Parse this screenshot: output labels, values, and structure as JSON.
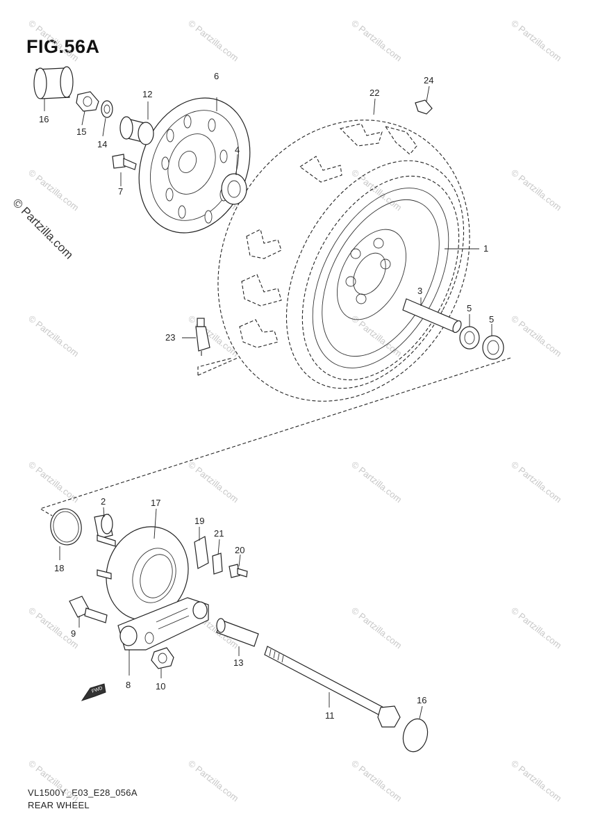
{
  "figure_title": "FIG.56A",
  "footer": {
    "model_code": "VL1500Y_E03_E28_056A",
    "section_name": "REAR WHEEL"
  },
  "side_watermark": "© Partzilla.com",
  "tile_watermark": "© Partzilla.com",
  "fwd_marker": "FWD",
  "callouts": [
    "1",
    "2",
    "3",
    "4",
    "5",
    "5",
    "6",
    "7",
    "8",
    "9",
    "10",
    "11",
    "12",
    "13",
    "14",
    "15",
    "16",
    "16",
    "17",
    "18",
    "19",
    "20",
    "21",
    "22",
    "23",
    "24"
  ]
}
